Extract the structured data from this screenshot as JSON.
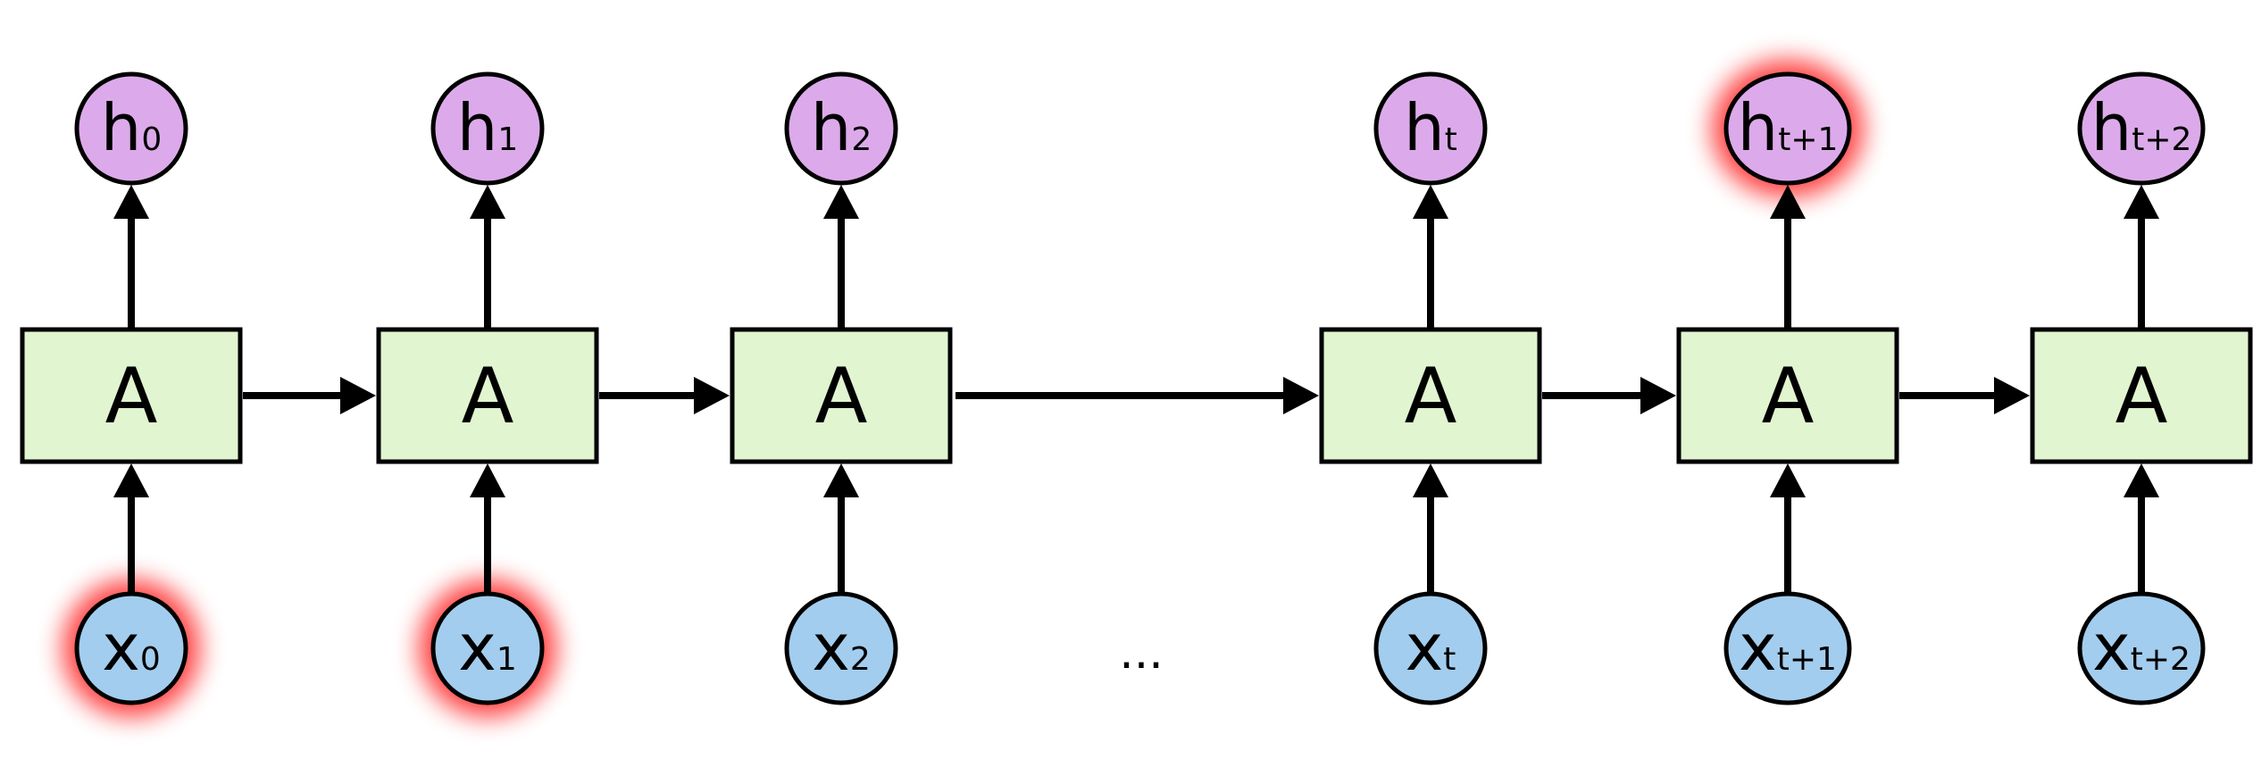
{
  "colors": {
    "cell_fill": "#e0f5d0",
    "output_fill": "#dcaaea",
    "input_fill": "#a3cdee",
    "stroke": "#000000",
    "glow": "#ff0000"
  },
  "steps": [
    {
      "cell_label": "A",
      "h_base": "h",
      "h_sub": "0",
      "x_base": "x",
      "x_sub": "0",
      "h_glow": false,
      "x_glow": true
    },
    {
      "cell_label": "A",
      "h_base": "h",
      "h_sub": "1",
      "x_base": "x",
      "x_sub": "1",
      "h_glow": false,
      "x_glow": true
    },
    {
      "cell_label": "A",
      "h_base": "h",
      "h_sub": "2",
      "x_base": "x",
      "x_sub": "2",
      "h_glow": false,
      "x_glow": false
    },
    {
      "cell_label": "A",
      "h_base": "h",
      "h_sub": "t",
      "x_base": "x",
      "x_sub": "t",
      "h_glow": false,
      "x_glow": false
    },
    {
      "cell_label": "A",
      "h_base": "h",
      "h_sub": "t+1",
      "x_base": "x",
      "x_sub": "t+1",
      "h_glow": true,
      "x_glow": false
    },
    {
      "cell_label": "A",
      "h_base": "h",
      "h_sub": "t+2",
      "x_base": "x",
      "x_sub": "t+2",
      "h_glow": false,
      "x_glow": false
    }
  ],
  "ellipsis": "..."
}
